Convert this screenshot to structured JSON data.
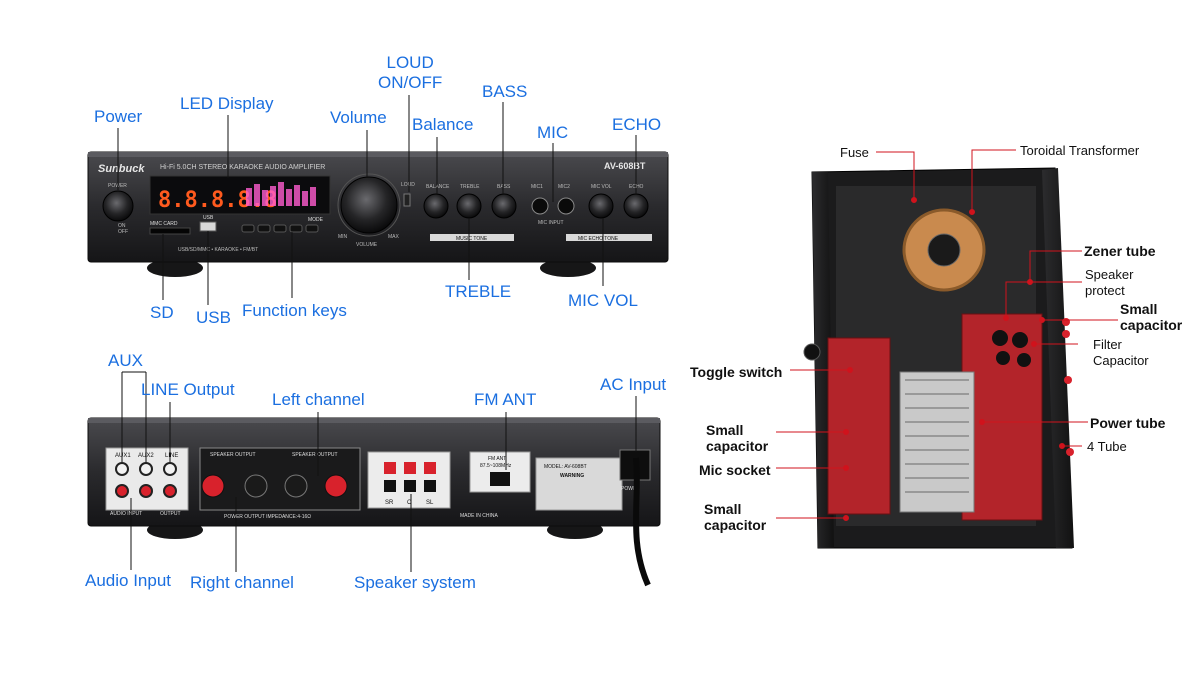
{
  "front_panel": {
    "brand": "Sunbuck",
    "subtitle": "Hi-Fi 5.0CH STEREO KARAOKE AUDIO AMPLIFIER",
    "model": "AV-608BT",
    "display_digits": "8.8.8.8.8",
    "panel_text": {
      "power": "POWER",
      "on": "ON",
      "off": "OFF",
      "loud": "LOUD",
      "balance": "BALANCE",
      "treble": "TREBLE",
      "bass": "BASS",
      "mic1": "MIC1",
      "mic2": "MIC2",
      "mic_vol": "MIC VOL",
      "echo": "ECHO",
      "music_tone": "MUSIC TONE",
      "mic_echo_tone": "MIC ECHO TONE",
      "mic_input": "MIC INPUT",
      "volume": "VOLUME",
      "min": "MIN",
      "max": "MAX",
      "usb": "USB",
      "sd_card": "MMC CARD",
      "mode": "MODE",
      "strip": "USB/SD/MMC  • KARAOKE  • FM/BT"
    },
    "labels": {
      "power": "Power",
      "led_display": "LED Display",
      "volume": "Volume",
      "loud": "LOUD\nON/OFF",
      "balance": "Balance",
      "bass": "BASS",
      "mic": "MIC",
      "echo": "ECHO",
      "sd": "SD",
      "usb": "USB",
      "function_keys": "Function keys",
      "treble": "TREBLE",
      "mic_vol": "MIC VOL"
    }
  },
  "rear_panel": {
    "panel_text": {
      "aux1": "AUX1",
      "aux2": "AUX2",
      "line": "LINE",
      "audio_input": "AUDIO INPUT",
      "output": "OUTPUT",
      "speaker_output": "SPEAKER OUTPUT",
      "power_output": "POWER OUTPUT IMPEDANCE:4-16Ω",
      "fm_ant": "FM ANT",
      "fm_range": "87.5~108MHz",
      "model_line": "MODEL: AV-608BT",
      "warning": "WARNING",
      "made_in": "MADE IN CHINA",
      "sr": "SR",
      "c": "C",
      "sl": "SL",
      "power": "POWER"
    },
    "labels": {
      "aux": "AUX",
      "line_output": "LINE Output",
      "left_channel": "Left channel",
      "fm_ant": "FM ANT",
      "ac_input": "AC Input",
      "audio_input": "Audio Input",
      "right_channel": "Right channel",
      "speaker_system": "Speaker system"
    }
  },
  "internal": {
    "labels": {
      "fuse": "Fuse",
      "toroidal_transformer": "Toroidal Transformer",
      "zener_tube": "Zener tube",
      "speaker_protect": "Speaker\nprotect",
      "small_capacitor_right": "Small\ncapacitor",
      "filter_capacitor": "Filter\nCapacitor",
      "toggle_switch": "Toggle switch",
      "power_tube": "Power tube",
      "small_capacitor_left1": "Small\ncapacitor",
      "four_tube": "4 Tube",
      "mic_socket": "Mic socket",
      "small_capacitor_left2": "Small\ncapacitor"
    }
  },
  "colors": {
    "label_blue": "#1b6fe0",
    "leader_red": "#d0131c",
    "chassis": "#1c1c1e",
    "pcb_red": "#b3242a",
    "led_orange": "#ff5a1e",
    "led_pink": "#ff5ccf"
  }
}
